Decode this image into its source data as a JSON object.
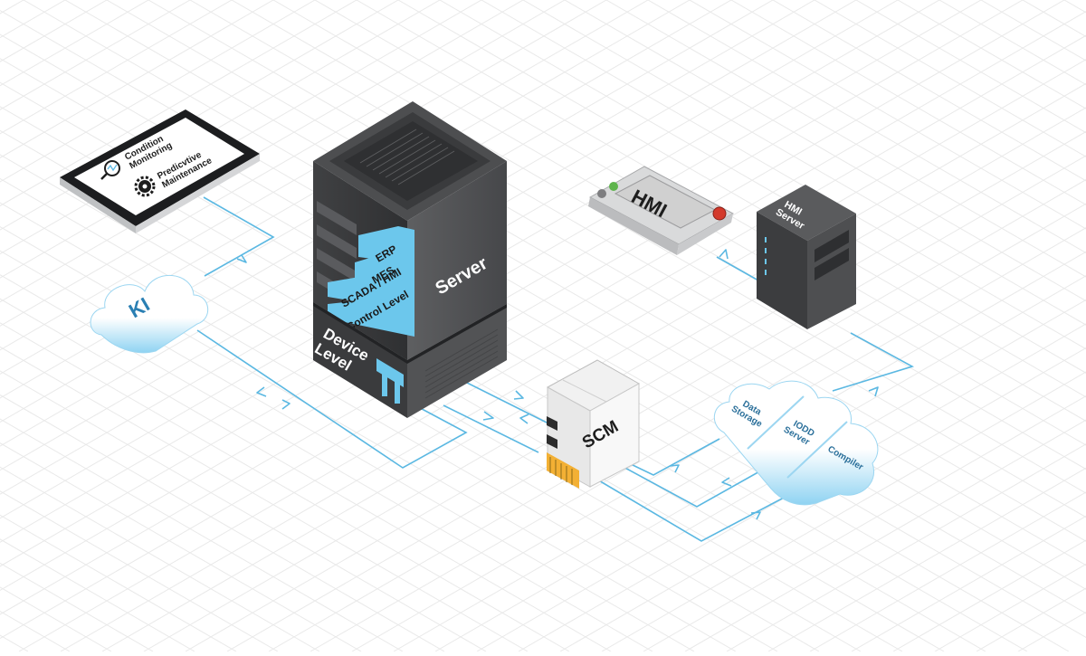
{
  "tablet": {
    "items": [
      {
        "label_line1": "Condition",
        "label_line2": "Monitoring",
        "icon": "magnifier-chart-icon"
      },
      {
        "label_line1": "Predicvtive",
        "label_line2": "Maintenance",
        "icon": "gear-icon"
      }
    ]
  },
  "ki_cloud": {
    "label": "KI"
  },
  "server_tower": {
    "title": "Server",
    "layers": [
      "ERP",
      "MES",
      "SCADA / HMI",
      "Control Level"
    ],
    "device_label_line1": "Device",
    "device_label_line2": "Level"
  },
  "scm_device": {
    "label": "SCM"
  },
  "hmi_panel": {
    "label": "HMI"
  },
  "hmi_server": {
    "label_line1": "HMI",
    "label_line2": "Server"
  },
  "cloud_services": {
    "segments": [
      {
        "line1": "Data",
        "line2": "Storage"
      },
      {
        "line1": "IODD",
        "line2": "Server"
      },
      {
        "line1": "Compiler",
        "line2": ""
      }
    ]
  },
  "colors": {
    "connection": "#5bb8e2",
    "accent": "#6cc7ec",
    "tower_dark": "#3e3f41",
    "tower_mid": "#5a5b5d",
    "grid": "#e9e9e9"
  }
}
